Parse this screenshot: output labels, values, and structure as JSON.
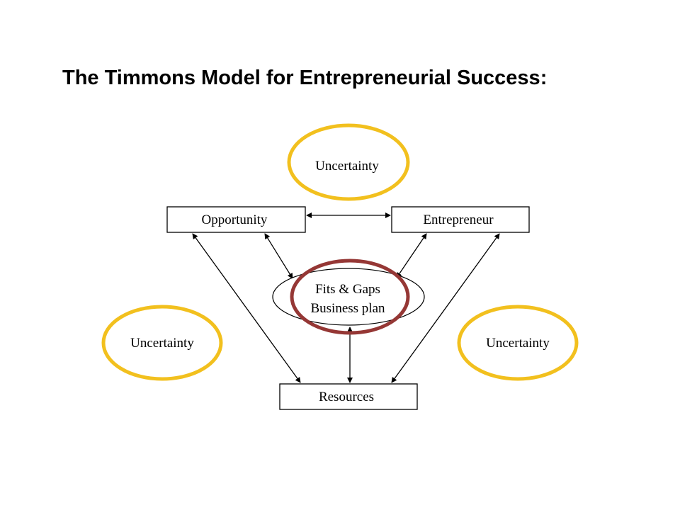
{
  "title": "The Timmons Model for Entrepreneurial Success:",
  "diagram": {
    "nodes": {
      "uncertainty_top": "Uncertainty",
      "uncertainty_left": "Uncertainty",
      "uncertainty_right": "Uncertainty",
      "opportunity": "Opportunity",
      "entrepreneur": "Entrepreneur",
      "core_line1": "Fits & Gaps",
      "core_line2": "Business plan",
      "resources": "Resources"
    },
    "colors": {
      "uncertainty_ring": "#f2c01e",
      "core_ring": "#953735",
      "box_stroke": "#000000",
      "arrow": "#000000"
    }
  }
}
